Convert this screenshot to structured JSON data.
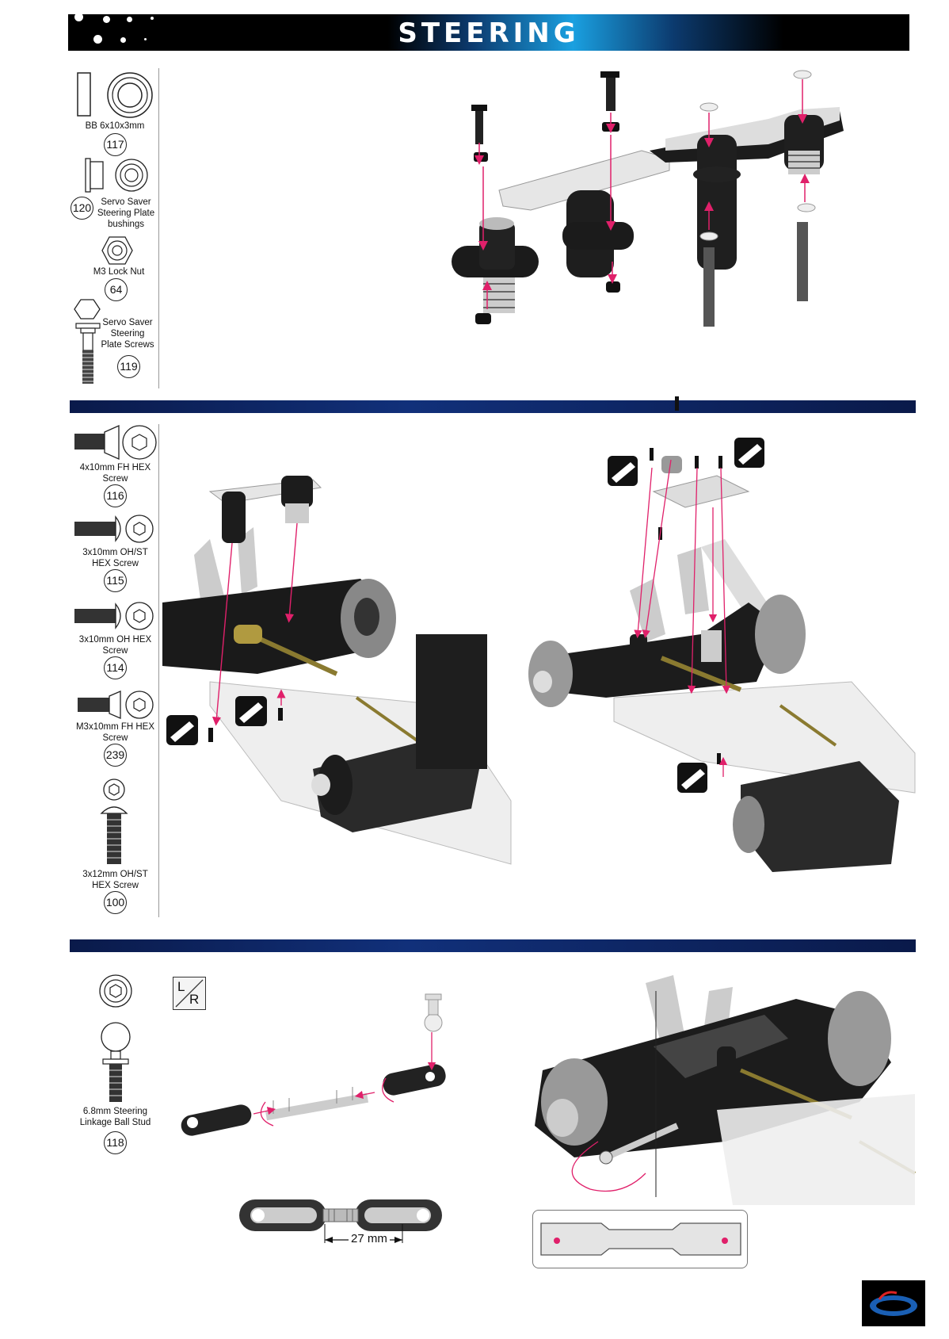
{
  "header": {
    "title": "STEERING"
  },
  "step1": {
    "parts": [
      {
        "label": "BB 6x10x3mm",
        "number": "117"
      },
      {
        "label": "Servo Saver Steering Plate bushings",
        "label_lines": [
          "Servo Saver",
          "Steering Plate",
          "bushings"
        ],
        "number": "120"
      },
      {
        "label": "M3 Lock Nut",
        "number": "64"
      },
      {
        "label": "Servo Saver Steering Plate Screws",
        "label_lines": [
          "Servo Saver",
          "Steering",
          "Plate Screws"
        ],
        "number": "119"
      }
    ]
  },
  "step2": {
    "parts": [
      {
        "label_lines": [
          "4x10mm FH HEX",
          "Screw"
        ],
        "number": "116"
      },
      {
        "label_lines": [
          "3x10mm OH/ST",
          "HEX Screw"
        ],
        "number": "115"
      },
      {
        "label_lines": [
          "3x10mm OH HEX",
          "Screw"
        ],
        "number": "114"
      },
      {
        "label_lines": [
          "M3x10mm FH HEX",
          "Screw"
        ],
        "number": "239"
      },
      {
        "label_lines": [
          "3x12mm OH/ST",
          "HEX Screw"
        ],
        "number": "100"
      }
    ]
  },
  "step3": {
    "parts": [
      {
        "label_lines": [
          "6.8mm Steering",
          "Linkage Ball Stud"
        ],
        "number": "118"
      }
    ],
    "lr_icon": {
      "top": "L",
      "bottom": "R"
    },
    "linkage_length": "27 mm"
  },
  "colors": {
    "header_black": "#000000",
    "header_blue": "#1aa0e0",
    "section_bar": "#11307a",
    "arrow": "#e0206a"
  }
}
